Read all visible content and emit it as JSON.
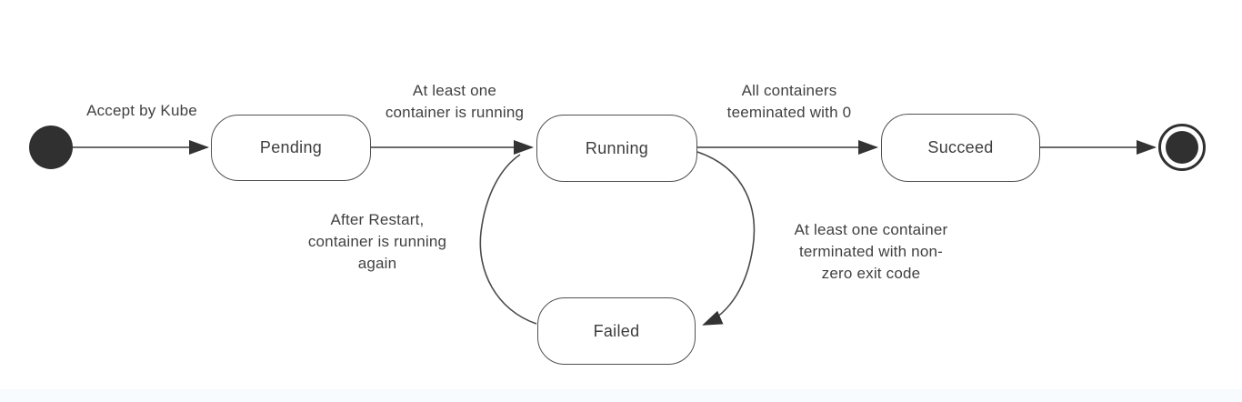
{
  "diagram": {
    "type": "state-machine",
    "states": [
      {
        "id": "pending",
        "label": "Pending"
      },
      {
        "id": "running",
        "label": "Running"
      },
      {
        "id": "failed",
        "label": "Failed"
      },
      {
        "id": "succeed",
        "label": "Succeed"
      }
    ],
    "transitions": [
      {
        "from": "initial",
        "to": "pending",
        "label": "Accept by Kube"
      },
      {
        "from": "pending",
        "to": "running",
        "label": "At least one\ncontainer is running"
      },
      {
        "from": "running",
        "to": "succeed",
        "label": "All containers\nteeminated with 0"
      },
      {
        "from": "succeed",
        "to": "final",
        "label": ""
      },
      {
        "from": "failed",
        "to": "running",
        "label": "After Restart,\ncontainer is running\nagain"
      },
      {
        "from": "running",
        "to": "failed",
        "label": "At least one container\nterminated with non-\nzero exit code"
      }
    ],
    "icons": {
      "initial_state": "filled-circle",
      "final_state": "ring-filled-circle"
    },
    "colors": {
      "node_border": "#505050",
      "node_fill": "#ffffff",
      "line": "#6b6b6b",
      "curve": "#4a4a4a",
      "arrowhead": "#333333",
      "terminal_fill": "#303030",
      "text": "#3d3d3d",
      "background": "#ffffff"
    }
  }
}
